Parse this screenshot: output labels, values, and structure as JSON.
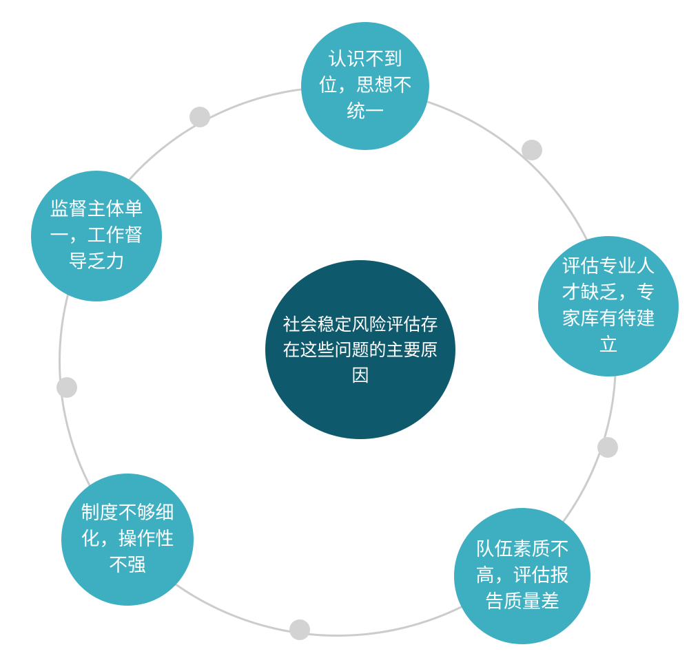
{
  "diagram": {
    "type": "cycle-diagram",
    "colors": {
      "node_fill": "#3eafc1",
      "center_fill": "#0e5a6c",
      "ring_stroke": "#cccccc",
      "dot_fill": "#d3d3d3",
      "text": "#ffffff"
    },
    "center": {
      "text": "社会稳定风险评估存\n在这些问题的主要原\n因"
    },
    "nodes": [
      {
        "position": "top",
        "text": "认识不到\n位，思想不\n统一"
      },
      {
        "position": "upper-right",
        "text": "评估专业人\n才缺乏，专\n家库有待建\n立"
      },
      {
        "position": "lower-right",
        "text": "队伍素质不\n高，评估报\n告质量差"
      },
      {
        "position": "lower-left",
        "text": "制度不够细\n化，操作性\n不强"
      },
      {
        "position": "upper-left",
        "text": "监督主体单\n一，工作督\n导乏力"
      }
    ]
  }
}
